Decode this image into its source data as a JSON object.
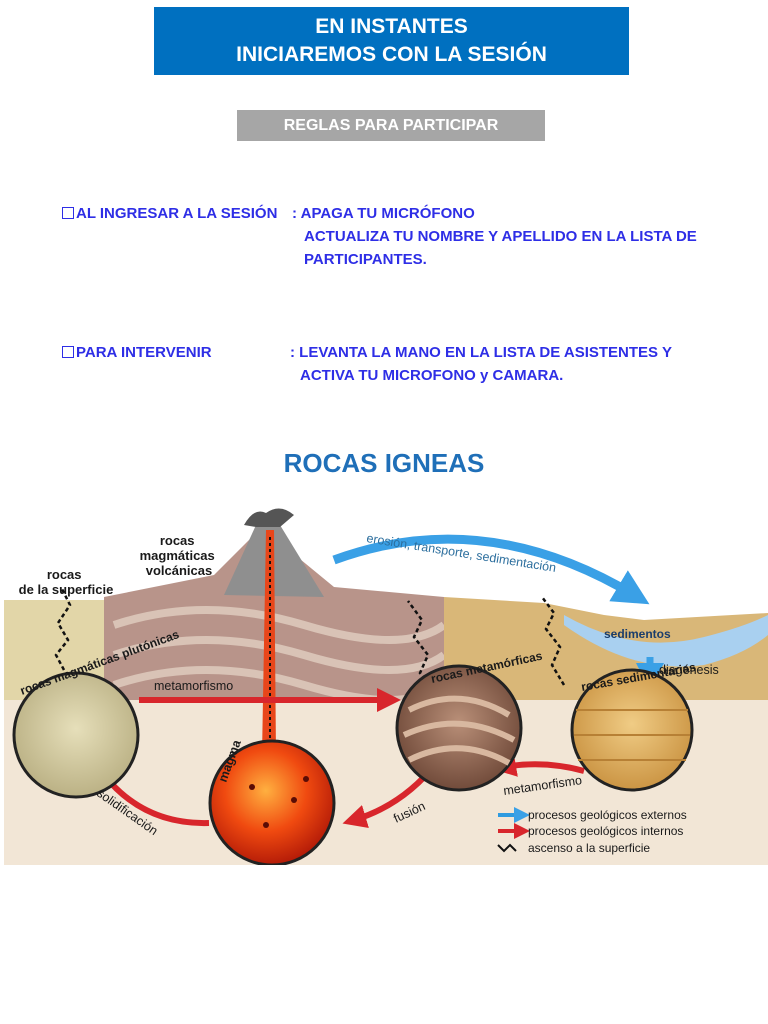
{
  "banner": {
    "line1": "EN INSTANTES",
    "line2": "INICIAREMOS CON LA SESIÓN"
  },
  "rules_header": "REGLAS PARA PARTICIPAR",
  "rules": [
    {
      "label": "AL INGRESAR A LA SESIÓN",
      "lines": [
        ": APAGA TU MICRÓFONO",
        "ACTUALIZA TU NOMBRE Y APELLIDO EN LA LISTA DE",
        "PARTICIPANTES."
      ]
    },
    {
      "label": "PARA INTERVENIR",
      "lines": [
        ": LEVANTA LA MANO EN LA LISTA DE ASISTENTES Y",
        "ACTIVA TU MICROFONO y CAMARA."
      ]
    }
  ],
  "section_title": "ROCAS IGNEAS",
  "diagram": {
    "volcanic": [
      "rocas",
      "magmáticas",
      "volcánicas"
    ],
    "surface": [
      "rocas",
      "de la superficie"
    ],
    "erosion": "erosión, transporte, sedimentación",
    "sediments": "sedimentos",
    "diagenesis": "diagénesis",
    "metamorphism_top": "metamorfismo",
    "plutonic": "rocas magmáticas plutónicas",
    "metamorphic": "rocas metamórficas",
    "sedimentary": "rocas sedimentarias",
    "magma": "magma",
    "solidification": "solidificación",
    "fusion": "fusión",
    "metamorphism_bottom": "metamorfismo",
    "legend": [
      {
        "label": "procesos geológicos externos",
        "color": "#2f9be0"
      },
      {
        "label": "procesos geológicos internos",
        "color": "#d8262c"
      },
      {
        "label": "ascenso a la superficie",
        "color": "#111111"
      }
    ]
  }
}
